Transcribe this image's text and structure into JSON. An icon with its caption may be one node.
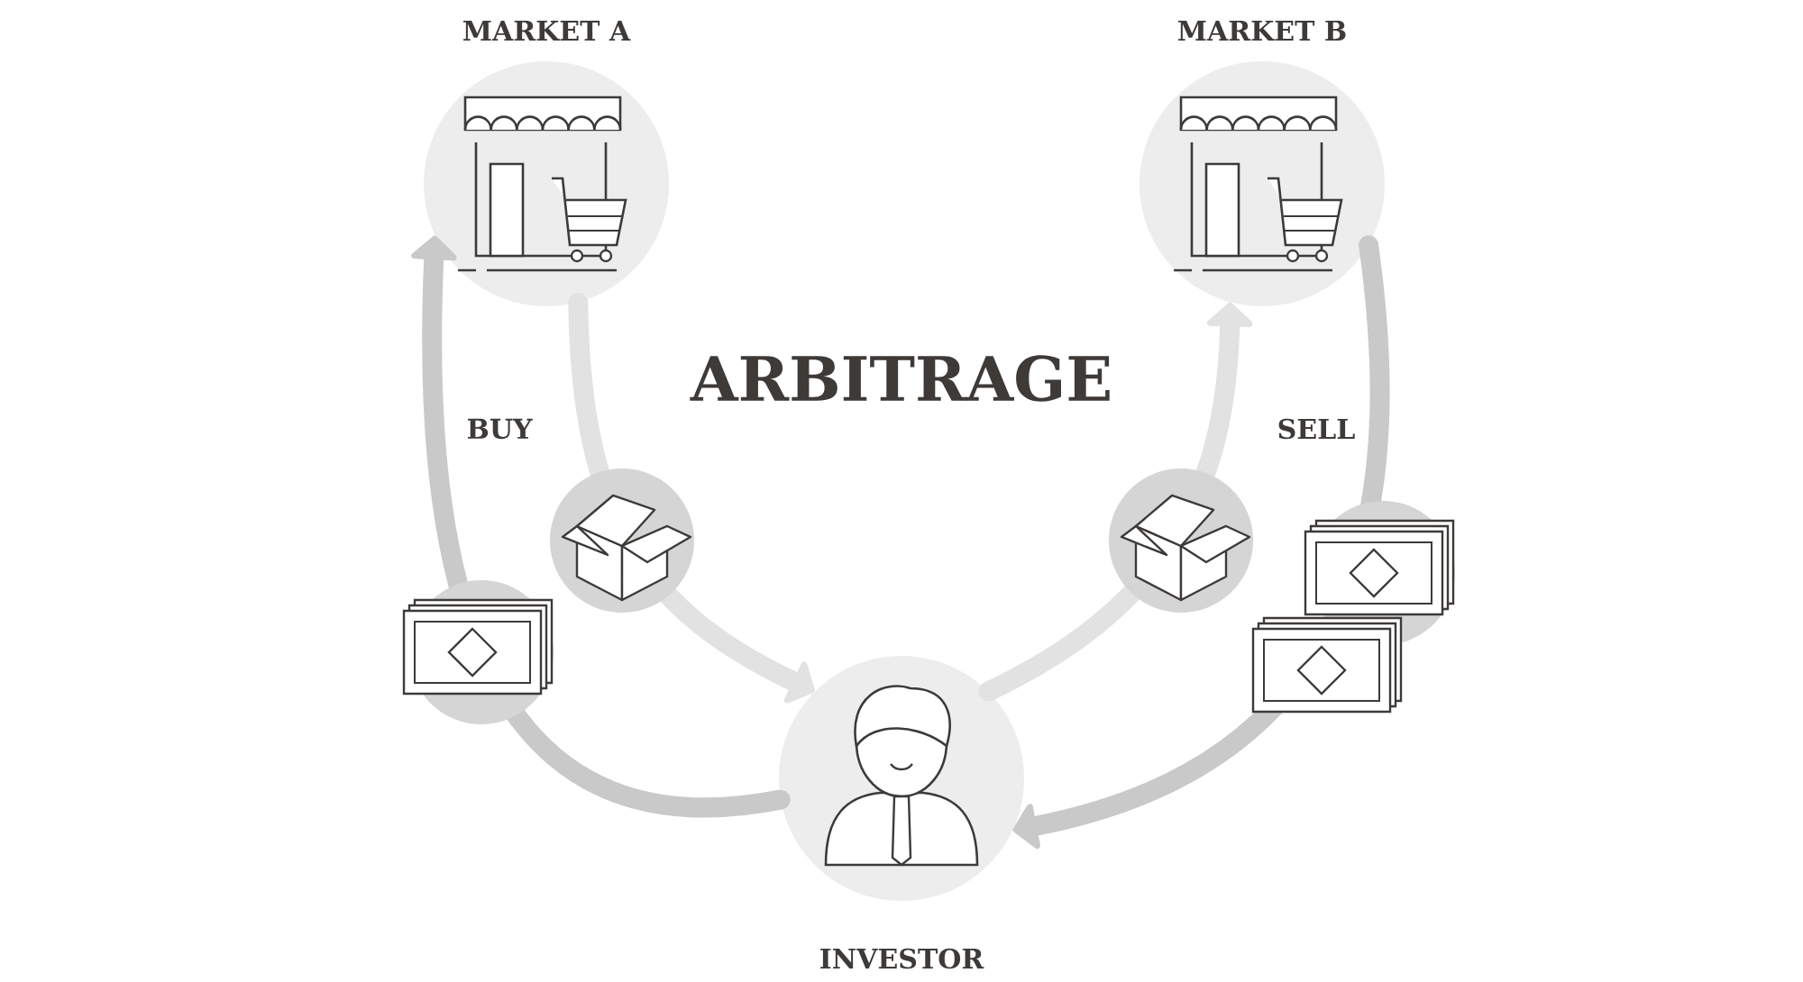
{
  "diagram": {
    "title": "ARBITRAGE",
    "nodes": [
      {
        "text": [
          "MARKET A"
        ]
      },
      {
        "text": [
          "MARKET B"
        ]
      },
      {
        "text": [
          "INVESTOR"
        ]
      }
    ],
    "edges": [
      {
        "from": 2,
        "to": 0,
        "arrow": "to"
      },
      {
        "from": 0,
        "to": 2,
        "arrow": "to",
        "color": "#e2e2e2"
      },
      {
        "from": 2,
        "to": 1,
        "arrow": "to",
        "color": "#e2e2e2"
      },
      {
        "from": 1,
        "to": 2,
        "arrow": "to"
      }
    ],
    "labels": [
      "BUY",
      "SELL"
    ]
  }
}
